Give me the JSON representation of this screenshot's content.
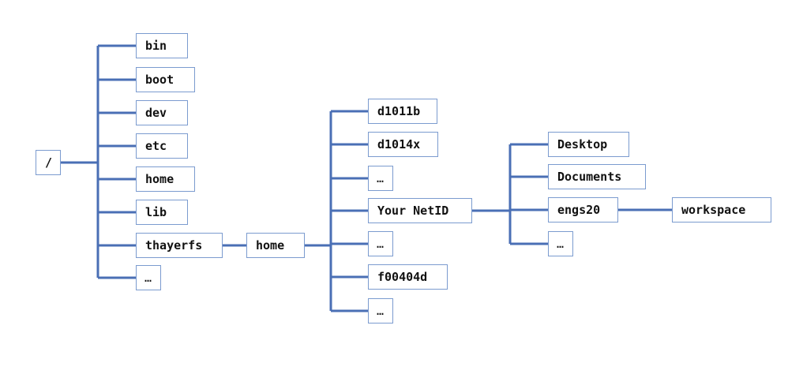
{
  "line_color": "#4a6fb5",
  "node_border_color": "#7b9bcf",
  "nodes": {
    "root": "/",
    "bin": "bin",
    "boot": "boot",
    "dev": "dev",
    "etc": "etc",
    "home_root": "home",
    "lib": "lib",
    "thayerfs": "thayerfs",
    "root_more": "…",
    "thayer_home": "home",
    "d1011b": "d1011b",
    "d1014x": "d1014x",
    "users_more_1": "…",
    "netid": "Your NetID",
    "users_more_2": "…",
    "f00404d": "f00404d",
    "users_more_3": "…",
    "desktop": "Desktop",
    "documents": "Documents",
    "engs20": "engs20",
    "netid_more": "…",
    "workspace": "workspace"
  }
}
